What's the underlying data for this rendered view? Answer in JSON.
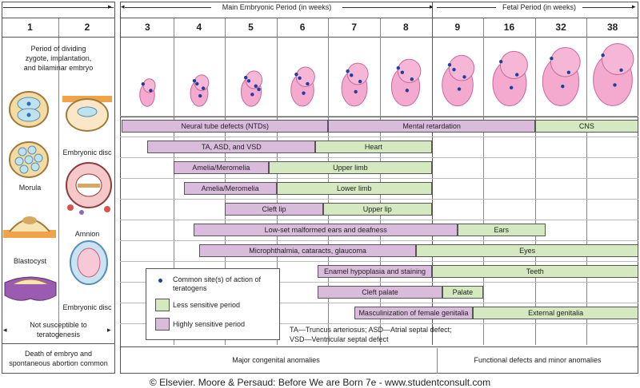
{
  "header": {
    "main_period_label": "Main Embryonic Period (in weeks)",
    "fetal_period_label": "Fetal Period (in weeks)"
  },
  "left_panel": {
    "weeks": [
      "1",
      "2"
    ],
    "period_text": [
      "Period of dividing",
      "zygote, implantation,",
      "and bilaminar embryo"
    ],
    "labels": {
      "morula": "Morula",
      "blastocyst": "Blastocyst",
      "embryonic_disc_top": "Embryonic disc",
      "amnion": "Amnion",
      "embryonic_disc_bottom": "Embryonic disc"
    },
    "not_susceptible": [
      "Not susceptible to",
      "teratogenesis"
    ],
    "death_text": [
      "Death of embryo and",
      "spontaneous abortion common"
    ]
  },
  "legend": {
    "dot_label": [
      "Common site(s) of action of",
      "teratogens"
    ],
    "less_sensitive": "Less sensitive period",
    "highly_sensitive": "Highly sensitive period",
    "colors": {
      "high": "#d9bcdc",
      "low": "#d4e9bf",
      "dot": "#1e3fa0"
    }
  },
  "abbreviations": [
    "TA—Truncus arteriosus; ASD—Atrial septal defect;",
    "VSD—Ventricular septal defect"
  ],
  "bottom": {
    "major": "Major congenital anomalies",
    "functional": "Functional defects and minor anomalies"
  },
  "footer": "© Elsevier. Moore & Persaud: Before We are Born 7e - www.studentconsult.com",
  "chart_data": {
    "type": "bar",
    "x": [
      "3",
      "4",
      "5",
      "6",
      "7",
      "8",
      "9",
      "16",
      "32",
      "38"
    ],
    "xlabel_main": "Main Embryonic Period (in weeks)",
    "xlabel_fetal": "Fetal Period (in weeks)",
    "rows": [
      {
        "system": "CNS",
        "segments": [
          {
            "label": "Neural tube defects (NTDs)",
            "sensitivity": "high",
            "start": 0.0,
            "end": 4.0
          },
          {
            "label": "Mental retardation",
            "sensitivity": "high",
            "start": 4.0,
            "end": 8.0
          },
          {
            "label": "CNS",
            "sensitivity": "low",
            "start": 8.0,
            "end": 10.0
          }
        ]
      },
      {
        "system": "Heart",
        "segments": [
          {
            "label": "TA, ASD, and VSD",
            "sensitivity": "high",
            "start": 0.5,
            "end": 3.75
          },
          {
            "label": "Heart",
            "sensitivity": "low",
            "start": 3.75,
            "end": 6.0
          }
        ]
      },
      {
        "system": "Upper limb",
        "segments": [
          {
            "label": "Amelia/Meromelia",
            "sensitivity": "high",
            "start": 1.0,
            "end": 2.85
          },
          {
            "label": "Upper limb",
            "sensitivity": "low",
            "start": 2.85,
            "end": 6.0
          }
        ]
      },
      {
        "system": "Lower limb",
        "segments": [
          {
            "label": "Amelia/Meromelia",
            "sensitivity": "high",
            "start": 1.2,
            "end": 3.0
          },
          {
            "label": "Lower limb",
            "sensitivity": "low",
            "start": 3.0,
            "end": 6.0
          }
        ]
      },
      {
        "system": "Upper lip",
        "segments": [
          {
            "label": "Cleft lip",
            "sensitivity": "high",
            "start": 2.0,
            "end": 3.9
          },
          {
            "label": "Upper lip",
            "sensitivity": "low",
            "start": 3.9,
            "end": 6.0
          }
        ]
      },
      {
        "system": "Ears",
        "segments": [
          {
            "label": "Low-set malformed ears and deafness",
            "sensitivity": "high",
            "start": 1.4,
            "end": 6.5
          },
          {
            "label": "Ears",
            "sensitivity": "low",
            "start": 6.5,
            "end": 8.2
          }
        ]
      },
      {
        "system": "Eyes",
        "segments": [
          {
            "label": "Microphthalmia, cataracts, glaucoma",
            "sensitivity": "high",
            "start": 1.5,
            "end": 5.7
          },
          {
            "label": "Eyes",
            "sensitivity": "low",
            "start": 5.7,
            "end": 10.0
          }
        ]
      },
      {
        "system": "Teeth",
        "segments": [
          {
            "label": "Enamel hypoplasia and staining",
            "sensitivity": "high",
            "start": 3.8,
            "end": 6.0
          },
          {
            "label": "Teeth",
            "sensitivity": "low",
            "start": 6.0,
            "end": 10.0
          }
        ]
      },
      {
        "system": "Palate",
        "segments": [
          {
            "label": "Cleft palate",
            "sensitivity": "high",
            "start": 3.8,
            "end": 6.2
          },
          {
            "label": "Palate",
            "sensitivity": "low",
            "start": 6.2,
            "end": 7.0
          }
        ]
      },
      {
        "system": "External genitalia",
        "segments": [
          {
            "label": "Masculinization of female genitalia",
            "sensitivity": "high",
            "start": 4.5,
            "end": 6.8
          },
          {
            "label": "External genitalia",
            "sensitivity": "low",
            "start": 6.8,
            "end": 10.0
          }
        ]
      }
    ]
  }
}
